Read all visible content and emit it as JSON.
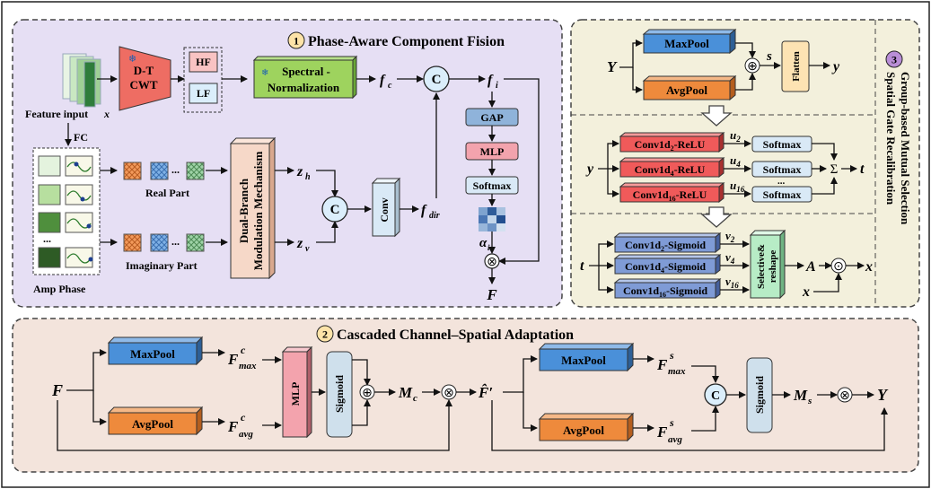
{
  "panel1": {
    "number": "1",
    "title": "Phase-Aware Component Fision",
    "feature_input": "Feature input",
    "feature_input_var": "x",
    "cwt": [
      "D-T",
      "CWT"
    ],
    "hf": "HF",
    "lf": "LF",
    "spectral": [
      "Spectral -",
      "Normalization"
    ],
    "fc_label": "FC",
    "amp_phase": "Amp Phase",
    "ellipsis": "...",
    "real_part": "Real Part",
    "imag_part": "Imaginary Part",
    "dual_branch": [
      "Dual-Branch",
      "Modulation Mechanism"
    ],
    "conv": "Conv",
    "concat": "C",
    "zh": "z",
    "zh_sub": "h",
    "zv": "z",
    "zv_sub": "v",
    "fc": "f",
    "fc_sub": "c",
    "fi": "f",
    "fi_sub": "i",
    "fdir": "f",
    "fdir_sub": "dir",
    "gap": "GAP",
    "mlp": "MLP",
    "softmax": "Softmax",
    "alpha": "α",
    "alpha_sub": "i",
    "mult": "⊗",
    "output": "F"
  },
  "panel2": {
    "number": "2",
    "title": "Cascaded Channel–Spatial Adaptation",
    "input": "F",
    "maxpool": "MaxPool",
    "avgpool": "AvgPool",
    "fmax": "F",
    "fmax_sup": "c",
    "fmax_sub": "max",
    "favg": "F",
    "favg_sup": "c",
    "favg_sub": "avg",
    "mlp": "MLP",
    "sigmoid": "Sigmoid",
    "plus": "⊕",
    "mc": "M",
    "mc_sub": "c",
    "mult": "⊗",
    "fprime": "F̂′",
    "maxpool2": "MaxPool",
    "avgpool2": "AvgPool",
    "fsmax": "F",
    "fsmax_sup": "s",
    "fsmax_sub": "max",
    "fsavg": "F",
    "fsavg_sup": "s",
    "fsavg_sub": "avg",
    "concat": "C",
    "sigmoid2": "Sigmoid",
    "ms": "M",
    "ms_sub": "s",
    "output": "Y"
  },
  "panel3": {
    "number": "3",
    "title_line1": "Group-based Mutual Selection",
    "title_line2": "Spatial Gate Recalibration",
    "y_in": "Y",
    "maxpool": "MaxPool",
    "avgpool": "AvgPool",
    "plus": "⊕",
    "s": "s",
    "flatten": "Flatten",
    "y_out": "y",
    "y_in2": "y",
    "conv_relu": [
      {
        "pre": "Conv1d",
        "sub": "2",
        "post": "-ReLU"
      },
      {
        "pre": "Conv1d",
        "sub": "4",
        "post": "-ReLU"
      },
      {
        "pre": "Conv1d",
        "sub": "16",
        "post": "-ReLU"
      }
    ],
    "u_labels": [
      {
        "v": "u",
        "sub": "2"
      },
      {
        "v": "u",
        "sub": "4"
      },
      {
        "v": "u",
        "sub": "16"
      }
    ],
    "softmax": "Softmax",
    "sum": "Σ",
    "t_out": "t",
    "t_in": "t",
    "conv_sig": [
      {
        "pre": "Conv1d",
        "sub": "2",
        "post": "-Sigmoid"
      },
      {
        "pre": "Conv1d",
        "sub": "4",
        "post": "-Sigmoid"
      },
      {
        "pre": "Conv1d",
        "sub": "16",
        "post": "-Sigmoid"
      }
    ],
    "v_labels": [
      {
        "v": "v",
        "sub": "2"
      },
      {
        "v": "v",
        "sub": "4"
      },
      {
        "v": "v",
        "sub": "16"
      }
    ],
    "selective": [
      "Selective&",
      "reshape"
    ],
    "A": "A",
    "dot": "⊙",
    "x_in": "x",
    "x_out": "x",
    "ellipsis": "..."
  },
  "colors": {
    "panel1_bg": "#e6dff4",
    "panel2_bg": "#f3e4dc",
    "panel3_bg": "#f3f0dc",
    "maxpool": "#4a90d9",
    "avgpool": "#ee8a3c",
    "mlp": "#f3a3ad",
    "sigmoid": "#cfe0ec",
    "cwt": "#ee6d63",
    "spectral": "#9ed35e",
    "dual_branch": "#f6d8c8",
    "conv_relu": "#f05a5a",
    "conv_sig": "#7f9bd6",
    "softmax": "#d9e9f6",
    "flatten": "#fde3b3"
  }
}
